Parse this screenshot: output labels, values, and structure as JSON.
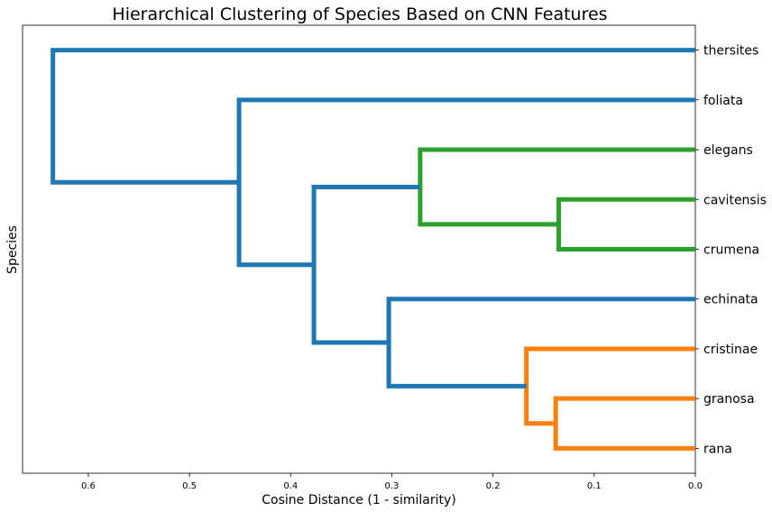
{
  "chart_data": {
    "type": "dendrogram",
    "orientation": "left",
    "title": "Hierarchical Clustering of Species Based on CNN Features",
    "xlabel": "Cosine Distance (1 - similarity)",
    "ylabel": "Species",
    "xlim": [
      0.665,
      0.0
    ],
    "x_ticks": [
      0.6,
      0.5,
      0.4,
      0.3,
      0.2,
      0.1,
      0.0
    ],
    "x_tick_labels": [
      "0.6",
      "0.5",
      "0.4",
      "0.3",
      "0.2",
      "0.1",
      "0.0"
    ],
    "leaves": [
      "thersites",
      "foliata",
      "elegans",
      "cavitensis",
      "crumena",
      "echinata",
      "cristinae",
      "granosa",
      "rana"
    ],
    "links": [
      {
        "left": "cavitensis",
        "right": "crumena",
        "distance": 0.135,
        "color": "#2ca02c"
      },
      {
        "left": "granosa",
        "right": "rana",
        "distance": 0.138,
        "color": "#ff7f0e"
      },
      {
        "left": "cristinae",
        "right": "granosa+rana",
        "distance": 0.167,
        "color": "#ff7f0e"
      },
      {
        "left": "elegans",
        "right": "cavitensis+crumena",
        "distance": 0.272,
        "color": "#2ca02c"
      },
      {
        "left": "echinata",
        "right": "cristinae+granosa+rana",
        "distance": 0.303,
        "color": "#1f77b4"
      },
      {
        "left": "elegans+cavitensis+crumena",
        "right": "echinata+cristinae+granosa+rana",
        "distance": 0.377,
        "color": "#1f77b4"
      },
      {
        "left": "foliata",
        "right": "elegans..rana",
        "distance": 0.451,
        "color": "#1f77b4"
      },
      {
        "left": "thersites",
        "right": "foliata..rana",
        "distance": 0.635,
        "color": "#1f77b4"
      }
    ],
    "colors": {
      "above_threshold": "#1f77b4",
      "cluster_1": "#ff7f0e",
      "cluster_2": "#2ca02c"
    }
  }
}
